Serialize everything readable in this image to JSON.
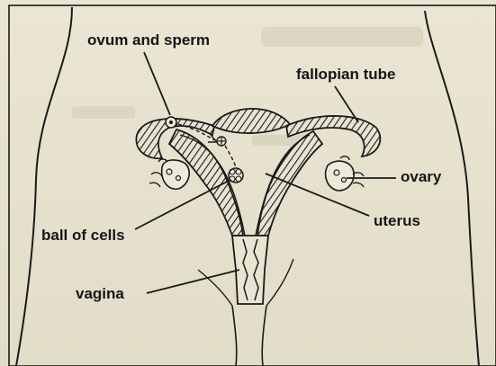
{
  "labels": {
    "ovum_and_sperm": "ovum and sperm",
    "fallopian_tube": "fallopian tube",
    "ovary": "ovary",
    "uterus": "uterus",
    "ball_of_cells": "ball of cells",
    "vagina": "vagina"
  },
  "colors": {
    "paper": "#e7e2cf",
    "ink": "#161616"
  }
}
